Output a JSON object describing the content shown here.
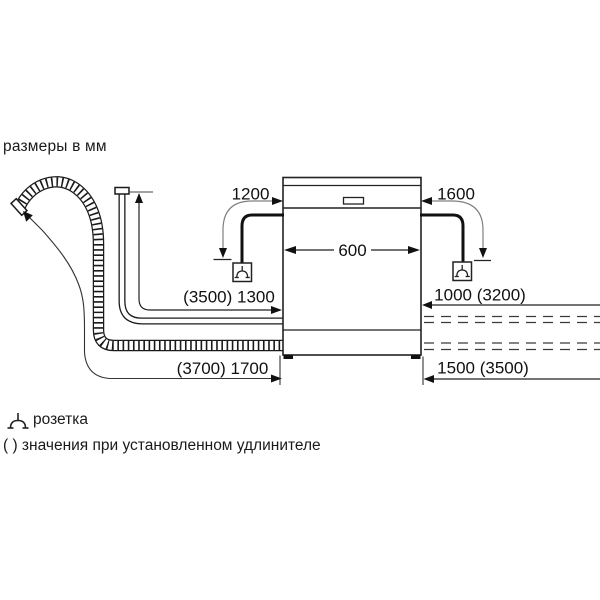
{
  "title": "размеры в мм",
  "dims": {
    "power_cord_left": "1200",
    "power_cord_right": "1600",
    "appliance_width": "600",
    "inlet_hose_left": "(3500) 1300",
    "inlet_hose_right": "1000 (3200)",
    "drain_hose_left": "(3700) 1700",
    "drain_hose_right": "1500 (3500)"
  },
  "legend": {
    "socket_label": "розетка",
    "brackets_note": "( ) значения при установленном удлинителе"
  },
  "icons": {
    "socket": "socket-icon",
    "drain_hose": "corrugated-drain-hose",
    "inlet_hose": "water-inlet-hose",
    "power_cord": "power-cord"
  },
  "colors": {
    "line": "#1a1a1a",
    "leader": "#808080",
    "background": "#ffffff"
  }
}
